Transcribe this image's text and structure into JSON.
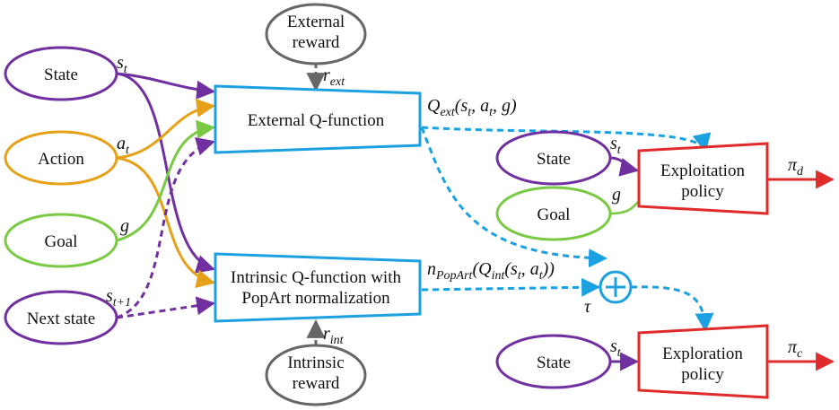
{
  "colors": {
    "purple": "#7030a0",
    "orange": "#e6a118",
    "green": "#7ac943",
    "blue": "#1ba1e2",
    "red": "#e02b2b",
    "gray": "#666666",
    "text": "#111111"
  },
  "inputs": {
    "state": "State",
    "action": "Action",
    "goal": "Goal",
    "next_state": "Next state"
  },
  "rewards": {
    "external": [
      "External",
      "reward"
    ],
    "intrinsic": [
      "Intrinsic",
      "reward"
    ]
  },
  "functions": {
    "external_q": "External Q-function",
    "intrinsic_q": [
      "Intrinsic Q-function with",
      "PopArt normalization"
    ]
  },
  "policies": {
    "exploitation": [
      "Exploitation",
      "policy"
    ],
    "exploration": [
      "Exploration",
      "policy"
    ],
    "exploitation_inputs": {
      "state": "State",
      "goal": "Goal"
    },
    "exploration_inputs": {
      "state": "State"
    }
  },
  "math": {
    "s": "s",
    "t": "t",
    "a": "a",
    "g": "g",
    "t_plus_1": "t+1",
    "r": "r",
    "ext": "ext",
    "int": "int",
    "Q": "Q",
    "n": "n",
    "PopArt": "PopArt",
    "q_ext_args": "(s",
    "q_ext_rest": ", a",
    "q_ext_end": ", g)",
    "n_args_open": "(",
    "n_args_s": "(s",
    "n_args_a": ", a",
    "n_args_close": "))",
    "tau": "τ",
    "pi": "π",
    "d": "d",
    "c": "c"
  }
}
